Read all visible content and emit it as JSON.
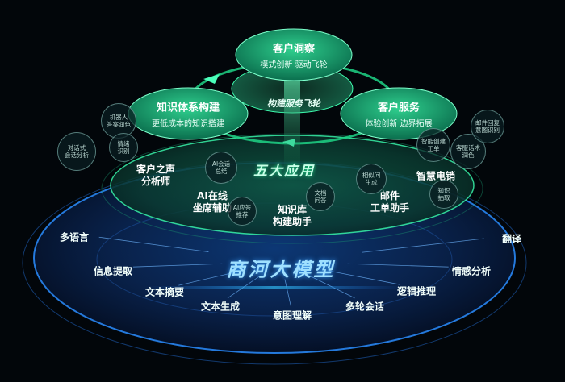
{
  "cycle": {
    "hub_title": "构建服务飞轮",
    "nodes": [
      {
        "title": "客户洞察",
        "subtitle": "模式创新  驱动飞轮"
      },
      {
        "title": "知识体系构建",
        "subtitle": "更低成本的知识搭建"
      },
      {
        "title": "客户服务",
        "subtitle": "体验创新  边界拓展"
      }
    ]
  },
  "apps": {
    "title": "五大应用",
    "items": [
      {
        "label": "客户之声\n分析师"
      },
      {
        "label": "AI在线\n坐席辅助"
      },
      {
        "label": "知识库\n构建助手"
      },
      {
        "label": "邮件\n工单助手"
      },
      {
        "label": "智慧电销"
      }
    ],
    "bubbles": [
      "机器人\n答案润色",
      "情绪\n识别",
      "对话式\n会话分析",
      "AI会话\n总结",
      "AI应答\n推荐",
      "文档\n问答",
      "相似问\n生成",
      "智能创建\n工单",
      "客服话术\n润色",
      "知识\n抽取",
      "邮件回复\n意图识别"
    ]
  },
  "model": {
    "title": "商河大模型",
    "capabilities": [
      "多语言",
      "信息提取",
      "文本摘要",
      "文本生成",
      "意图理解",
      "多轮会话",
      "逻辑推理",
      "情感分析",
      "翻译"
    ]
  },
  "colors": {
    "accent_green": "#23d98a",
    "accent_blue": "#1e7bff",
    "background": "#02060a"
  }
}
